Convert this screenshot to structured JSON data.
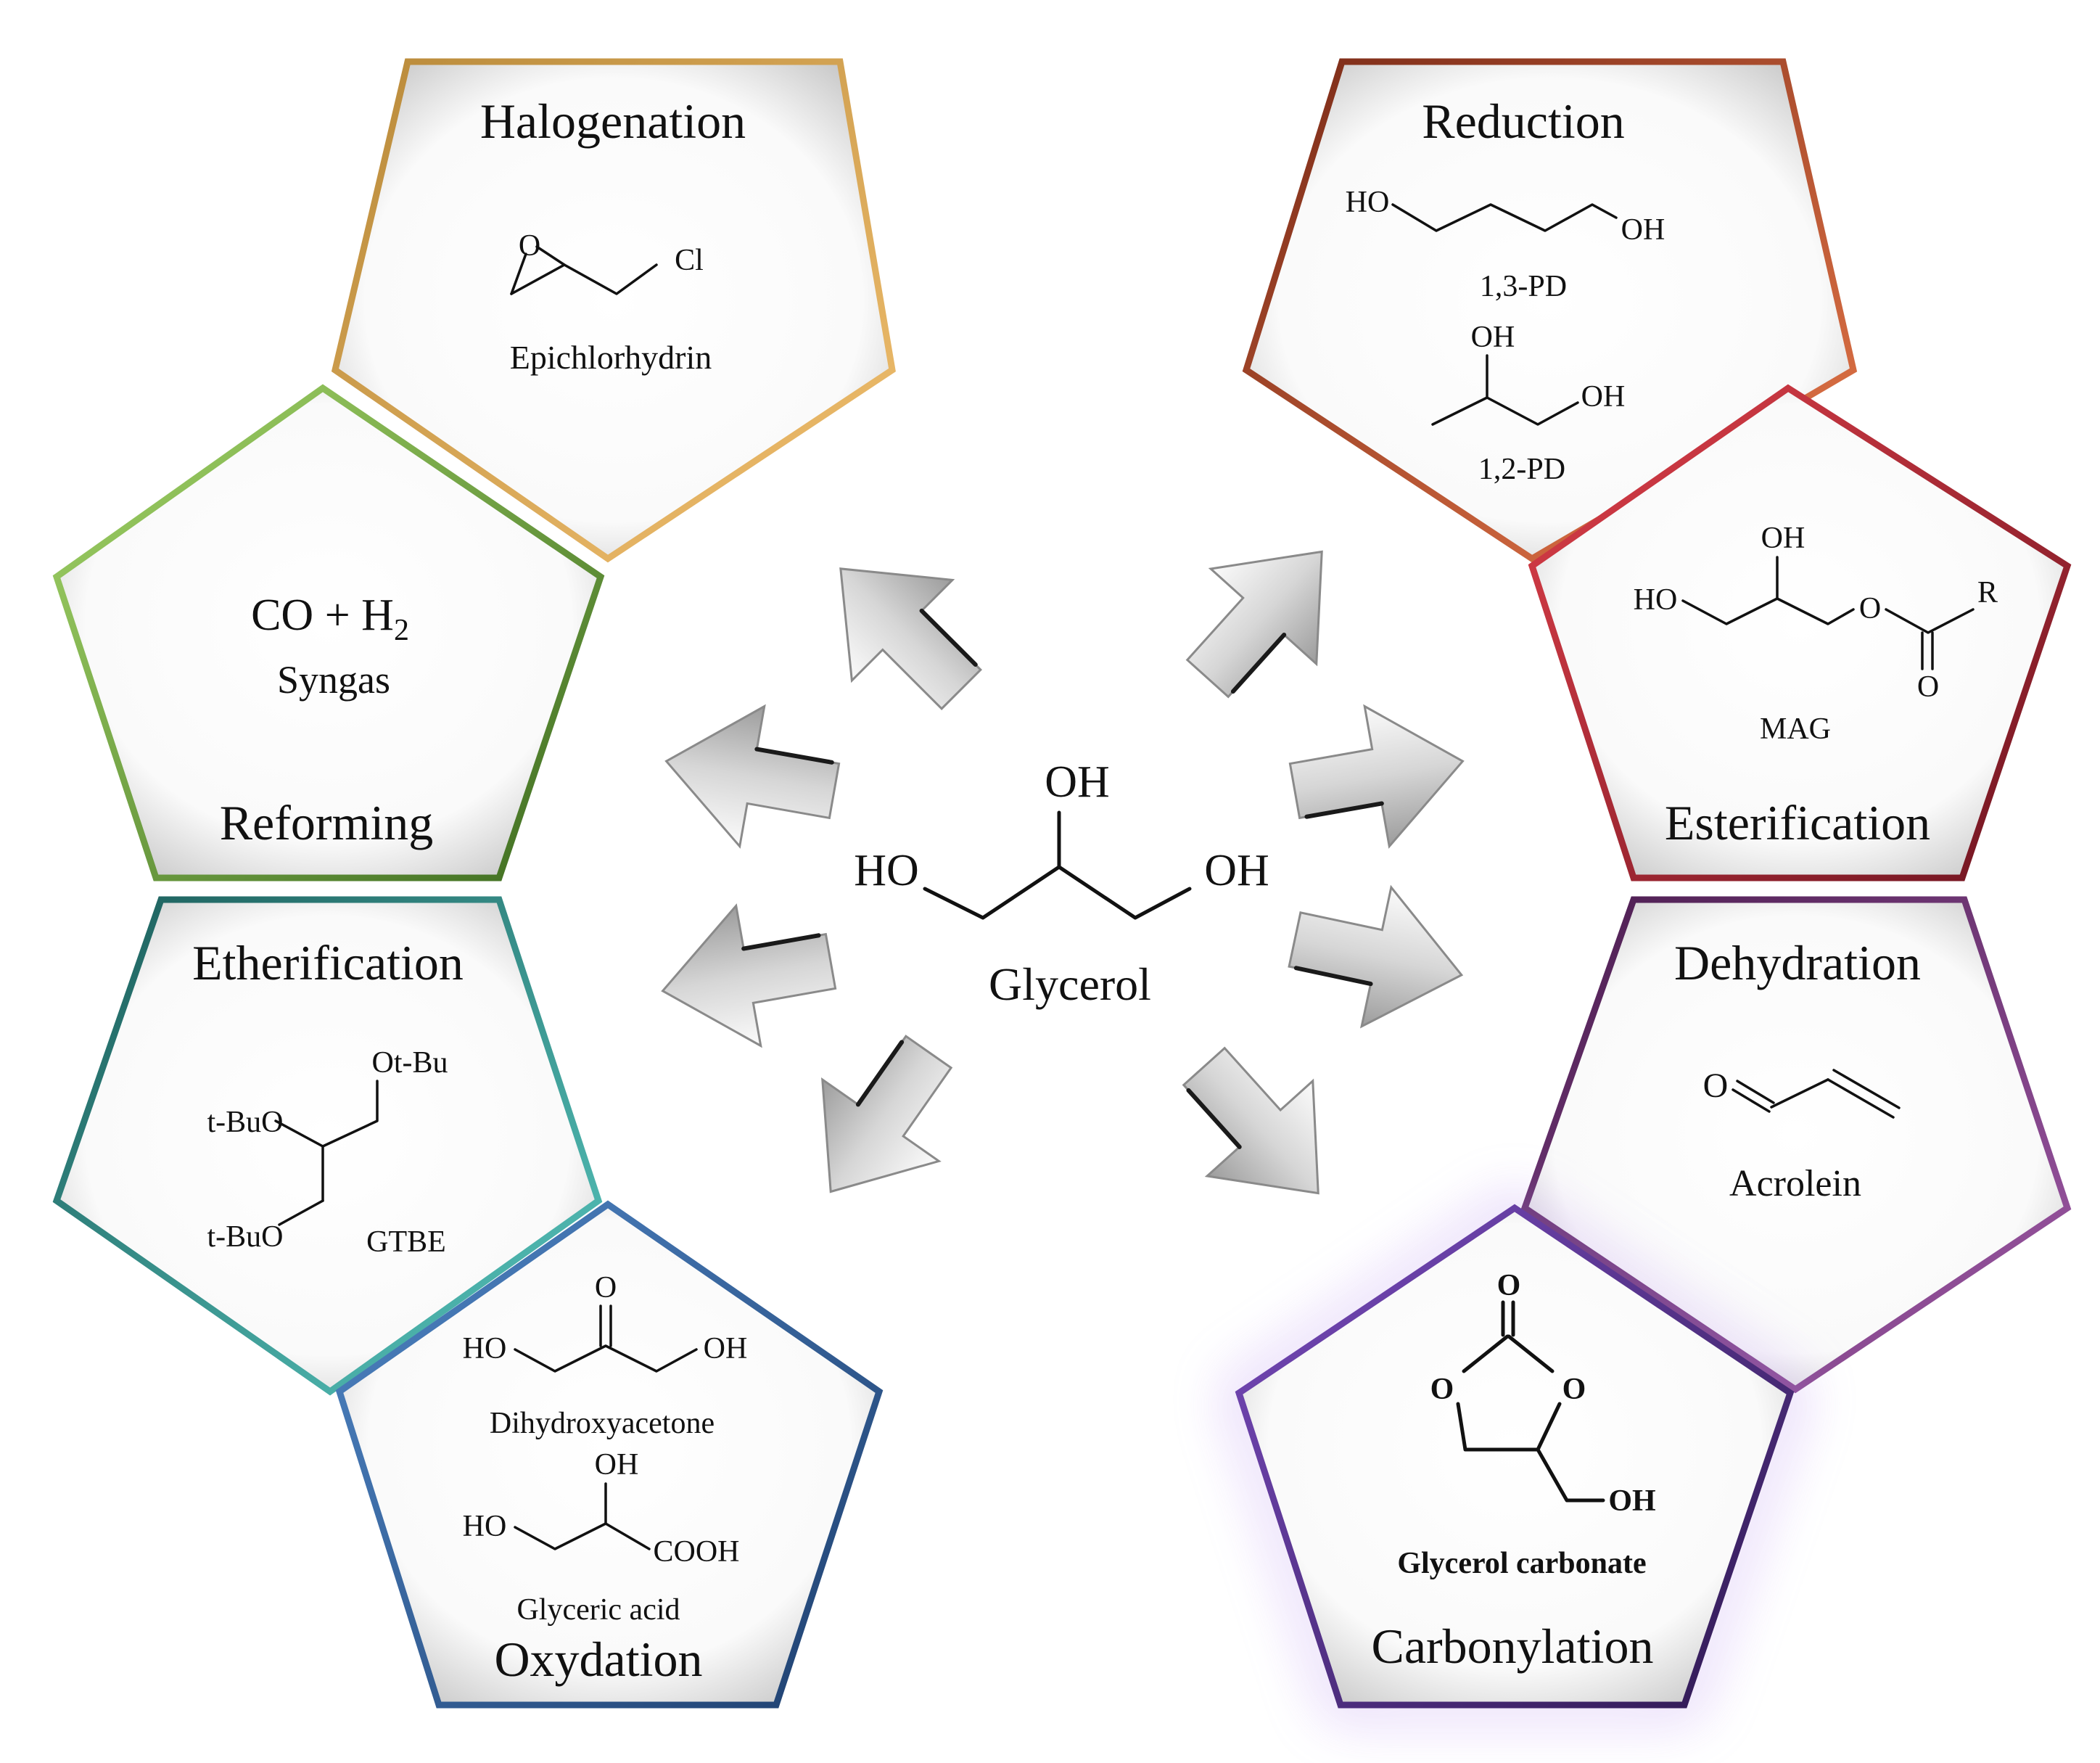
{
  "center": {
    "oh_top": "OH",
    "ho_left": "HO",
    "oh_right": "OH",
    "label": "Glycerol"
  },
  "pentagons": {
    "halogenation": {
      "title": "Halogenation",
      "compound": "Epichlorhydrin",
      "atom_o": "O",
      "atom_cl": "Cl",
      "color_a": "#b98a3a",
      "color_b": "#f2c070"
    },
    "reforming": {
      "line1": "CO + H",
      "line1_sub": "2",
      "line2": "Syngas",
      "title": "Reforming",
      "color_a": "#3d6b1f",
      "color_b": "#a6d86a"
    },
    "etherification": {
      "title": "Etherification",
      "atom_a": "Ot-Bu",
      "atom_b": "t-BuO",
      "atom_c": "t-BuO",
      "compound": "GTBE",
      "color_a": "#1b5d5a",
      "color_b": "#58c8c0"
    },
    "oxydation": {
      "atom_o": "O",
      "ho1": "HO",
      "oh1": "OH",
      "compound1": "Dihydroxyacetone",
      "oh2": "OH",
      "ho2": "HO",
      "cooh": "COOH",
      "compound2": "Glyceric acid",
      "title": "Oxydation",
      "color_a": "#1e3f6e",
      "color_b": "#4f86c6"
    },
    "reduction": {
      "title": "Reduction",
      "ho": "HO",
      "oh": "OH",
      "compound1": "1,3-PD",
      "oh2": "OH",
      "oh3": "OH",
      "compound2": "1,2-PD",
      "color_a": "#7a2a17",
      "color_b": "#e8794a"
    },
    "esterification": {
      "oh": "OH",
      "ho": "HO",
      "atom_o": "O",
      "atom_r": "R",
      "atom_o2": "O",
      "compound": "MAG",
      "title": "Esterification",
      "color_a": "#6e1420",
      "color_b": "#e0404a"
    },
    "dehydration": {
      "title": "Dehydration",
      "atom_o": "O",
      "compound": "Acrolein",
      "color_a": "#4a1c4e",
      "color_b": "#a05aa8"
    },
    "carbonylation": {
      "atom_o_top": "O",
      "atom_o_left": "O",
      "atom_o_right": "O",
      "oh": "OH",
      "compound": "Glycerol carbonate",
      "title": "Carbonylation",
      "color_a": "#2e1850",
      "color_b": "#7a4cc0",
      "glow": "#b58cf0"
    }
  }
}
